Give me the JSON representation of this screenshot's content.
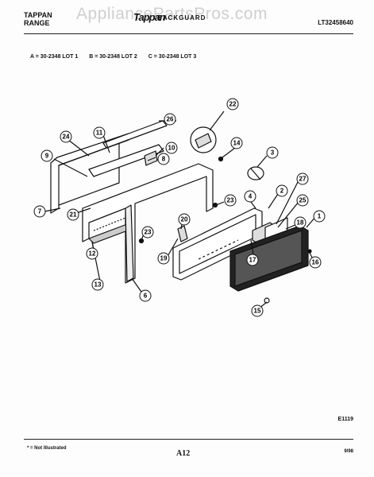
{
  "header": {
    "brand_line1": "TAPPAN",
    "brand_line2": "RANGE",
    "logo": "Tappan",
    "title": "BACKGUARD",
    "model": "LT32458640",
    "watermark": "AppliancePartsPros.com"
  },
  "lots": [
    {
      "text": "A = 30-2348 LOT 1"
    },
    {
      "text": "B = 30-2348 LOT 2"
    },
    {
      "text": "C = 30-2348 LOT 3"
    }
  ],
  "callouts": [
    {
      "number": "26"
    },
    {
      "number": "24"
    },
    {
      "number": "11"
    },
    {
      "number": "9"
    },
    {
      "number": "10"
    },
    {
      "number": "8"
    },
    {
      "number": "22"
    },
    {
      "number": "14"
    },
    {
      "number": "3"
    },
    {
      "number": "7"
    },
    {
      "number": "21"
    },
    {
      "number": "23"
    },
    {
      "number": "4"
    },
    {
      "number": "2"
    },
    {
      "number": "27"
    },
    {
      "number": "25"
    },
    {
      "number": "20"
    },
    {
      "number": "23"
    },
    {
      "number": "12"
    },
    {
      "number": "18"
    },
    {
      "number": "1"
    },
    {
      "number": "19"
    },
    {
      "number": "17"
    },
    {
      "number": "16"
    },
    {
      "number": "13"
    },
    {
      "number": "6"
    },
    {
      "number": "15"
    }
  ],
  "diagram_code": "E1119",
  "footer": {
    "not_illustrated": "* = Not Illustrated",
    "page": "A12",
    "date": "9/98"
  }
}
